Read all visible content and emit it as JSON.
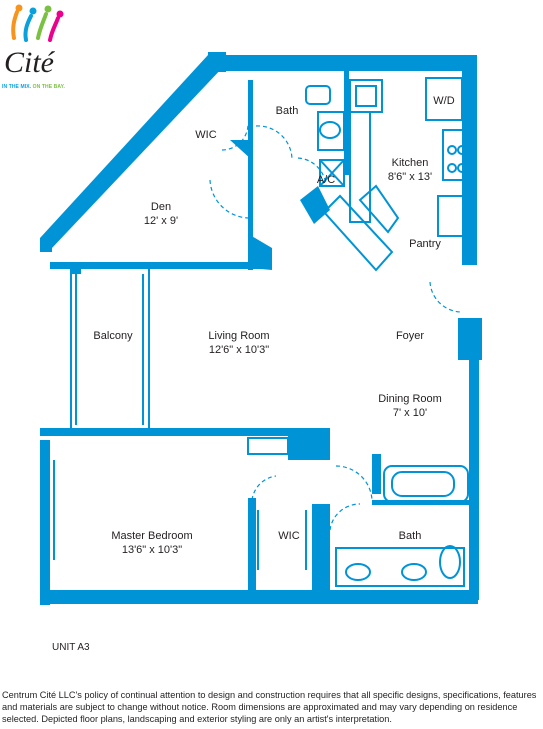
{
  "logo": {
    "brand_name": "Cité",
    "tagline_part1": "IN THE MIX.",
    "tagline_part2": "ON THE BAY.",
    "colors": [
      "#f7941d",
      "#0aa0dc",
      "#7ac142",
      "#ec008c"
    ]
  },
  "colors": {
    "wall": "#0094d6",
    "text": "#231f20"
  },
  "rooms": {
    "bath_top": {
      "name": "Bath"
    },
    "wic_top": {
      "name": "WIC"
    },
    "wd": {
      "name": "W/D"
    },
    "kitchen": {
      "name": "Kitchen",
      "dims": "8'6\" x 13'"
    },
    "ac": {
      "name": "A/C"
    },
    "den": {
      "name": "Den",
      "dims": "12' x 9'"
    },
    "pantry": {
      "name": "Pantry"
    },
    "balcony": {
      "name": "Balcony"
    },
    "living": {
      "name": "Living Room",
      "dims": "12'6\" x 10'3\""
    },
    "foyer": {
      "name": "Foyer"
    },
    "dining": {
      "name": "Dining Room",
      "dims": "7' x 10'"
    },
    "master": {
      "name": "Master Bedroom",
      "dims": "13'6\" x 10'3\""
    },
    "wic_bottom": {
      "name": "WIC"
    },
    "bath_bottom": {
      "name": "Bath"
    }
  },
  "unit_label": "UNIT A3",
  "disclaimer": "Centrum Cité LLC's policy of continual attention to design and construction requires that all specific designs, specifications, features and materials are subject to change without notice. Room dimensions are approximated and may vary depending on residence selected. Depicted floor plans, landscaping and exterior styling are only an artist's interpretation."
}
